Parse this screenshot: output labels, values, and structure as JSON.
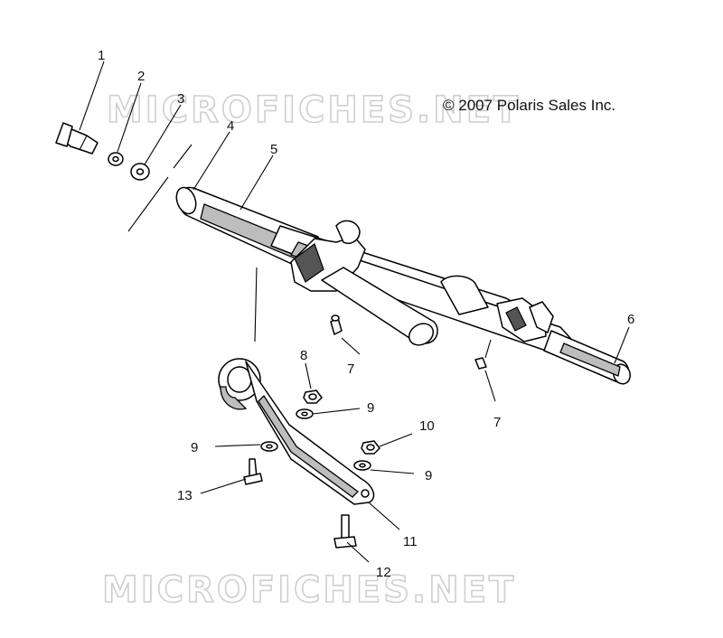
{
  "copyright": "© 2007 Polaris Sales Inc.",
  "watermarks": [
    "MICROFICHES.NET",
    "MICROFICHES.NET"
  ],
  "callouts": {
    "c1": "1",
    "c2": "2",
    "c3": "3",
    "c4": "4",
    "c5": "5",
    "c6": "6",
    "c7a": "7",
    "c7b": "7",
    "c8": "8",
    "c9a": "9",
    "c9b": "9",
    "c9c": "9",
    "c10": "10",
    "c11": "11",
    "c12": "12",
    "c13": "13"
  }
}
